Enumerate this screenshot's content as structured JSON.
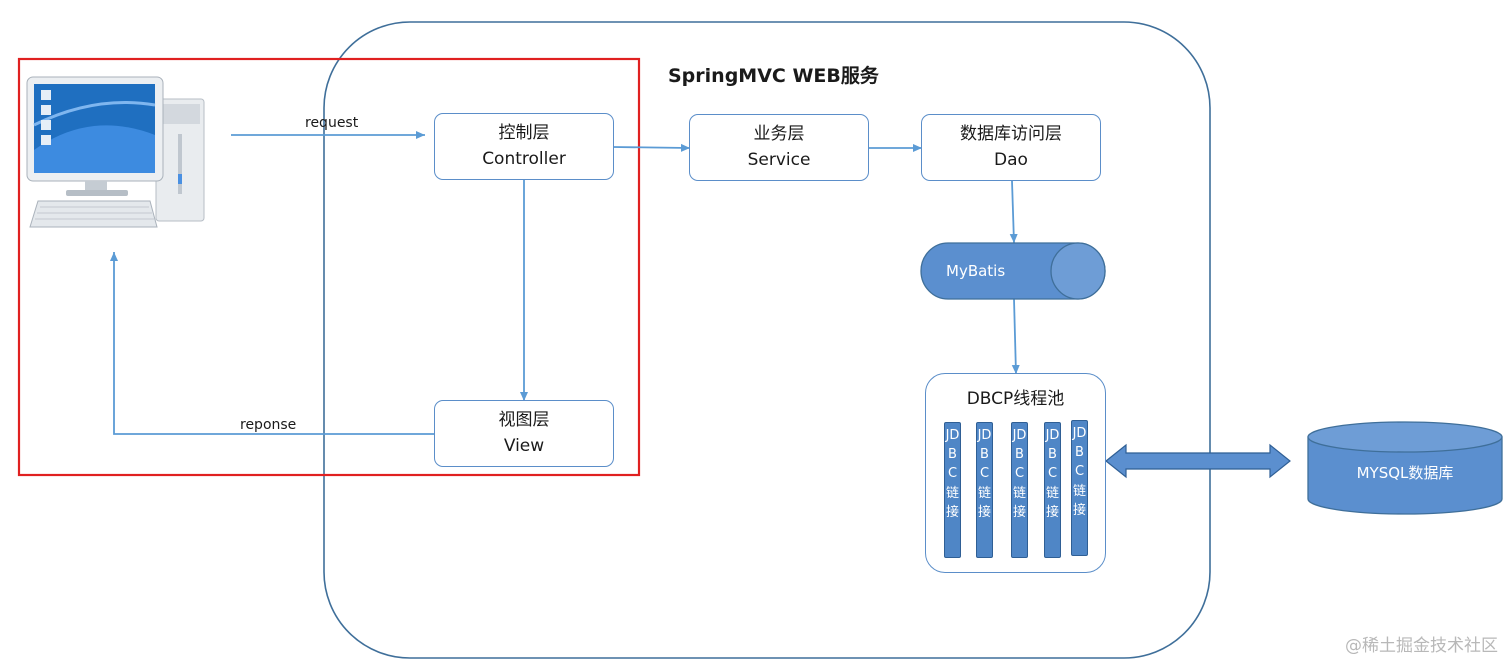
{
  "diagram": {
    "title": "SpringMVC WEB服务",
    "request_label": "request",
    "response_label": "reponse",
    "controller": {
      "name": "控制层",
      "sub": "Controller"
    },
    "view": {
      "name": "视图层",
      "sub": "View"
    },
    "service": {
      "name": "业务层",
      "sub": "Service"
    },
    "dao": {
      "name": "数据库访问层",
      "sub": "Dao"
    },
    "mybatis": "MyBatis",
    "pool": {
      "title": "DBCP线程池",
      "connections": [
        "JDBC链接",
        "JDBC链接",
        "JDBC链接",
        "JDBC链接",
        "JDBC链接"
      ]
    },
    "database": "MYSQL数据库",
    "watermark": "@稀土掘金技术社区",
    "colors": {
      "arrow": "#5b9bd5",
      "box_border": "#5b8ec9",
      "highlight_frame": "#e02020",
      "service_container": "#3f6f9a",
      "shape_fill": "#5b8fcf"
    }
  }
}
